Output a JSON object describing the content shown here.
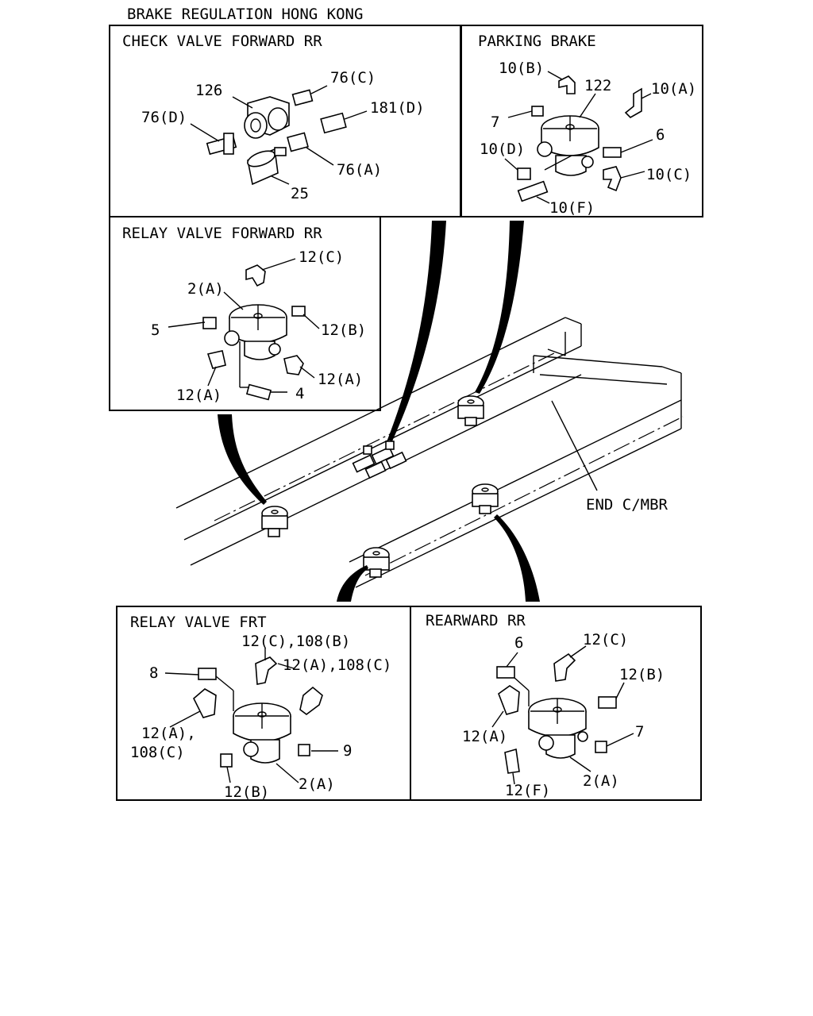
{
  "title": "BRAKE REGULATION HONG KONG",
  "panels": {
    "check_valve": {
      "title": "CHECK VALVE FORWARD RR",
      "labels": {
        "p126": "126",
        "p76c": "76(C)",
        "p76d": "76(D)",
        "p181d": "181(D)",
        "p76a": "76(A)",
        "p25": "25"
      }
    },
    "parking_brake": {
      "title": "PARKING BRAKE",
      "labels": {
        "p10b": "10(B)",
        "p122": "122",
        "p10a": "10(A)",
        "p7": "7",
        "p6": "6",
        "p10d": "10(D)",
        "p10c": "10(C)",
        "p10f": "10(F)"
      }
    },
    "relay_forward": {
      "title": "RELAY VALVE FORWARD RR",
      "labels": {
        "p12c": "12(C)",
        "p2a": "2(A)",
        "p5": "5",
        "p12b": "12(B)",
        "p12a_r": "12(A)",
        "p12a_l": "12(A)",
        "p4": "4"
      }
    },
    "relay_frt": {
      "title": "RELAY VALVE FRT",
      "labels": {
        "p12c108b": "12(C),108(B)",
        "p12a108c": "12(A),108(C)",
        "p8": "8",
        "p12a_l1": "12(A),",
        "p12a_l2": "108(C)",
        "p9": "9",
        "p12b": "12(B)",
        "p2a": "2(A)"
      }
    },
    "rearward": {
      "title": "REARWARD RR",
      "labels": {
        "p6": "6",
        "p12c": "12(C)",
        "p12b": "12(B)",
        "p12a": "12(A)",
        "p7": "7",
        "p12f": "12(F)",
        "p2a": "2(A)"
      }
    }
  },
  "frame_label": "END C/MBR"
}
